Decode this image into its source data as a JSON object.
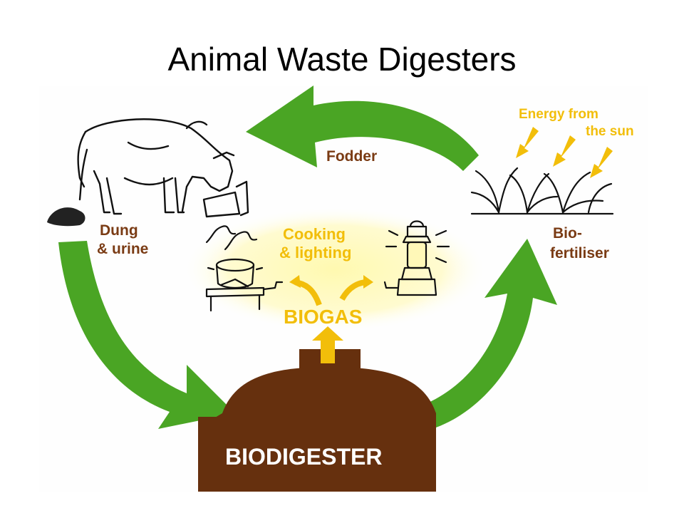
{
  "slide": {
    "title": "Animal Waste Digesters"
  },
  "diagram": {
    "labels": {
      "fodder": "Fodder",
      "energy_line1": "Energy from",
      "energy_line2": "the sun",
      "dung_line1": "Dung",
      "dung_line2": "& urine",
      "cooking_line1": "Cooking",
      "cooking_line2": "& lighting",
      "biogas": "BIOGAS",
      "bio_line1": "Bio-",
      "bio_line2": "fertiliser",
      "biodigester": "BIODIGESTER"
    },
    "colors": {
      "arrow_green": "#4aa524",
      "label_brown": "#7a3b14",
      "label_yellow": "#f2be0a",
      "digester_brown": "#66300e",
      "glow_yellow": "#fff6a6"
    },
    "icons": [
      "cow-icon",
      "plant-icon",
      "sun-ray-icon",
      "stove-pot-icon",
      "lantern-icon",
      "biodigester-dome-icon"
    ]
  }
}
